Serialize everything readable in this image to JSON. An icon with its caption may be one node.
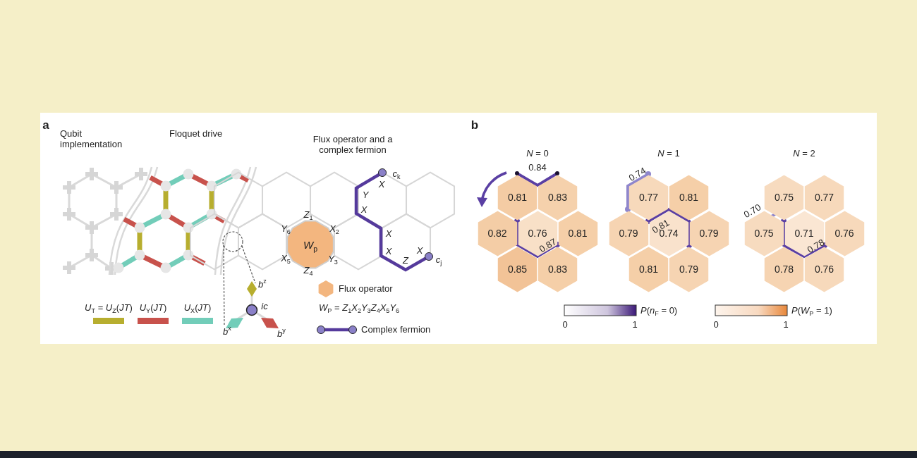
{
  "diagram": {
    "nodes": [
      {
        "text": [
          "*W*$_{p}$"
        ]
      },
      {
        "text": [
          "0.81"
        ]
      },
      {
        "text": [
          "0.83"
        ]
      },
      {
        "text": [
          "0.82"
        ]
      },
      {
        "text": [
          "0.76"
        ]
      },
      {
        "text": [
          "0.81"
        ]
      },
      {
        "text": [
          "0.85"
        ]
      },
      {
        "text": [
          "0.83"
        ]
      },
      {
        "text": [
          "0.77"
        ]
      },
      {
        "text": [
          "0.81"
        ]
      },
      {
        "text": [
          "0.79"
        ]
      },
      {
        "text": [
          "0.74"
        ]
      },
      {
        "text": [
          "0.79"
        ]
      },
      {
        "text": [
          "0.81"
        ]
      },
      {
        "text": [
          "0.79"
        ]
      },
      {
        "text": [
          "0.75"
        ]
      },
      {
        "text": [
          "0.77"
        ]
      },
      {
        "text": [
          "0.75"
        ]
      },
      {
        "text": [
          "0.71"
        ]
      },
      {
        "text": [
          "0.76"
        ]
      },
      {
        "text": [
          "0.78"
        ]
      },
      {
        "text": [
          "0.76"
        ]
      }
    ],
    "labels": [
      "a",
      "Qubit implementation",
      "Floquet drive",
      "Flux operator and a complex fermion",
      "*Z*$_{1}$",
      "*X*$_{2}$",
      "*Y*$_{3}$",
      "*Z*$_{4}$",
      "*X*$_{5}$",
      "*Y*$_{6}$",
      "*c*$_{k}$",
      "*X*",
      "*Y*",
      "*X*",
      "*X*",
      "*X*",
      "*Z*",
      "*X*",
      "*c*$_{j}$",
      "*b*$^{z}$",
      "*ic*",
      "*b*$^{x}$",
      "*b*$^{y}$",
      "*W*$_{P}$ = *Z*$_{1}$*X*$_{2}$*Y*$_{3}$*Z*$_{4}$*X*$_{5}$*Y*$_{6}$",
      "b",
      "*N* = 0",
      "0.84",
      "0.87",
      "*N* = 1",
      "0.74",
      "0.81",
      "*N* = 2",
      "0.70",
      "0.78",
      "0",
      "1",
      "0",
      "1"
    ],
    "legend": [
      {
        "text": "*U*$_{T}$ = *U*$_{Z}$(*JT*)",
        "color": "#b7ae2f"
      },
      {
        "text": "*U*$_{Y}$(*JT*)",
        "color": "#c8524c"
      },
      {
        "text": "*U*$_{X}$(*JT*)",
        "color": "#72cdb9"
      },
      {
        "text": "Flux operator",
        "color": "#f3b67f"
      },
      {
        "text": "Complex fermion"
      },
      {
        "text": "*P*(*n*$_{F}$ = 0)"
      },
      {
        "text": "*P*(*W*$_{P}$ = 1)"
      }
    ]
  }
}
